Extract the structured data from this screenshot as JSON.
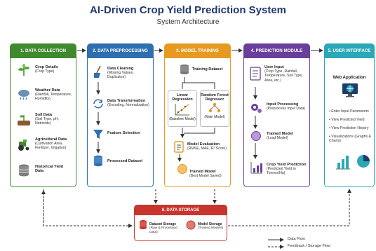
{
  "header": {
    "title": "AI-Driven Crop Yield Prediction System",
    "subtitle": "System Architecture"
  },
  "colors": {
    "green": "#3f8a2e",
    "blue": "#2f6fb1",
    "orange": "#e79a22",
    "purple": "#6a3f9b",
    "teal": "#2aa8b8",
    "red": "#c8352e"
  },
  "panels": [
    {
      "title": "1. DATA COLLECTION",
      "items": [
        {
          "label": "Crop Details",
          "detail": "(Crop Type)"
        },
        {
          "label": "Weather Data",
          "detail": "(Rainfall, Temperature, Humidity)"
        },
        {
          "label": "Soil Data",
          "detail": "(Soil Type, pH, Nutrients)"
        },
        {
          "label": "Agricultural Data",
          "detail": "(Cultivation Area, Fertilizer, Irrigation)"
        },
        {
          "label": "Historical Yield Data",
          "detail": ""
        }
      ]
    },
    {
      "title": "2. DATA PREPROCESSING",
      "items": [
        {
          "label": "Data Cleaning",
          "detail": "(Missing Values, Duplicates)"
        },
        {
          "label": "Data Transformation",
          "detail": "(Encoding, Normalization)"
        },
        {
          "label": "Feature Selection",
          "detail": ""
        },
        {
          "label": "Processed Dataset",
          "detail": ""
        }
      ]
    },
    {
      "title": "3. MODEL TRAINING",
      "training_dataset": "Training Dataset",
      "model_a": {
        "label": "Linear Regression",
        "detail": "(Baseline Model)"
      },
      "model_b": {
        "label": "Random Forest Regressor",
        "detail": "(Main Model)"
      },
      "evaluation": {
        "label": "Model Evaluation",
        "detail": "(RMSE, MAE, R² Score)"
      },
      "trained": {
        "label": "Trained Model",
        "detail": "(Best Model Saved)"
      }
    },
    {
      "title": "4. PREDICTION MODULE",
      "items": [
        {
          "label": "User Input",
          "detail": "(Crop Type, Rainfall, Temperature, Soil Type, Area, etc.)"
        },
        {
          "label": "Input Processing",
          "detail": "(Preprocess Input Data)"
        },
        {
          "label": "Trained Model",
          "detail": "(Load Model)"
        },
        {
          "label": "Crop Yield Prediction",
          "detail": "(Predicted Yield in Tonnes/Ha)"
        }
      ]
    },
    {
      "title": "5. USER INTERFACE",
      "app_title": "Web Application",
      "bullets": [
        "Enter Input Parameters",
        "View Predicted Yield",
        "View Prediction History",
        "Visualizations (Graphs & Charts)"
      ]
    }
  ],
  "storage": {
    "title": "6. DATA STORAGE",
    "dataset": {
      "label": "Dataset Storage",
      "detail": "(Raw & Processed Data)"
    },
    "model": {
      "label": "Model Storage",
      "detail": "(Trained Models)"
    }
  },
  "legend": {
    "data_flow": "Data Flow",
    "feedback": "Feedback / Storage Flow"
  }
}
